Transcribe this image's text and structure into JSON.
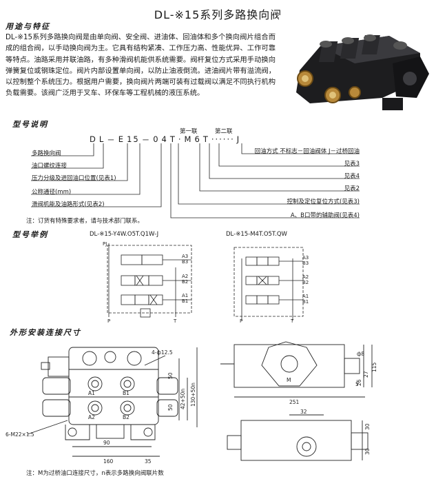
{
  "title": "DL-※15系列多路换向阀",
  "section1": "用途与特征",
  "intro": "DL-※15系列多路换向阀是由单向阀、安全阀、进油体、回油体和多个换向阀片组合而成的组合阀，以手动换向阀为主。它具有结构紧凑、工作压力高、性能优异、工作可靠等特点。油路采用并联油路，有多种滑阀机能供系统需要。阀杆复位方式采用手动换向弹簧复位或钢珠定位。阀片内部设置单向阀，以防止油液倒流。进油阀片带有溢流阀，以控制整个系统压力。根据用户需要，换向阀片两端可装有过载阀以满足不同执行机构负载需要。该阀广泛用于叉车、环保车等工程机械的液压系统。",
  "section2": "型号说明",
  "model_code": {
    "label_first": "第一联",
    "label_second": "第二联",
    "code": [
      "D",
      "L",
      "－",
      "E",
      "15",
      "－",
      "0",
      "4",
      "T",
      "·",
      "M",
      "6",
      "T",
      "······",
      "J"
    ]
  },
  "left_labels": [
    "多路换向阀",
    "油口螺纹连接",
    "压力分级及进回油口位置(见表1)",
    "公称通径(mm)",
    "滑阀机能及油路形式(见表2)"
  ],
  "right_labels": [
    "回油方式 不标志－回油阀体 J－过桥回油",
    "见表3",
    "见表4",
    "见表2",
    "控制及定位复位方式(见表3)",
    "A、B口带的辅助阀(见表4)"
  ],
  "note1": "注：订货有特殊要求者，请与技术部门联系。",
  "section3": "型号举例",
  "example1": "DL-※15-Y4W.O5T.Q1W-J",
  "example2": "DL-※15-M4T.O5T.QW",
  "schematic_ports": {
    "pj": "PJ",
    "a3": "A3",
    "b3": "B3",
    "a2": "A2",
    "b2": "B2",
    "a1": "A1",
    "b1": "B1",
    "p": "P",
    "t": "T"
  },
  "section4": "外形安装连接尺寸",
  "dims": {
    "holes": "4-ф12.5",
    "d50a": "50",
    "d50b": "50",
    "d42": "42+50n",
    "d130": "130+50n",
    "thread": "6-M22×1.5",
    "d90": "90",
    "d160": "160",
    "d35": "35",
    "d8": "ф8",
    "d115": "115",
    "d27": "27",
    "d26": "26",
    "d5": "5",
    "d251": "251",
    "d32": "32",
    "d30": "30",
    "dM": "M",
    "a1": "A1",
    "b1": "B1",
    "a2": "A2",
    "b2": "B2"
  },
  "note2": "注：M为过桥油口连接尺寸，n表示多路换向阀联片数"
}
